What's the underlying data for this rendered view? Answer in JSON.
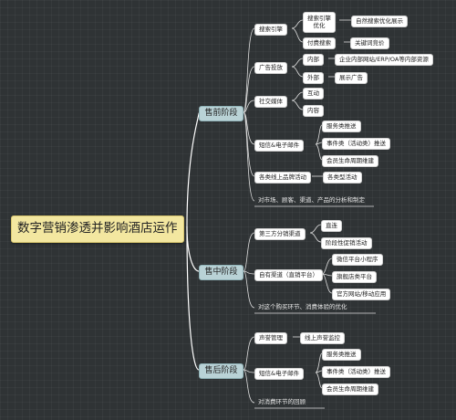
{
  "root": "数字营销渗透并影响酒店运作",
  "stages": {
    "pre": "售前阶段",
    "mid": "售中阶段",
    "post": "售后阶段"
  },
  "pre": {
    "search": {
      "label": "搜索引擎",
      "seo_label": "搜索引擎\n优化",
      "seo_detail": "自然搜索优化展示",
      "paid": "付费搜索",
      "paid_detail": "关键词竞价"
    },
    "ads": {
      "label": "广告投放",
      "internal": "内部",
      "internal_detail": "企业内部网站/ERP/OA等内部资源",
      "external": "外部",
      "external_detail": "展示广告"
    },
    "social": {
      "label": "社交媒体",
      "interact": "互动",
      "content": "内容"
    },
    "sms": {
      "label": "短信&电子邮件",
      "service": "服务类推送",
      "event": "事件类（活动类）推送",
      "lifecycle": "会员生命周期维建"
    },
    "offline": {
      "label": "各类线上品牌活动",
      "detail": "各类型活动"
    },
    "analysis": "对市场、顾客、渠道、产品的分析和制定"
  },
  "mid": {
    "third_party": {
      "label": "第三方分销渠道",
      "direct": "直连",
      "stage_promo": "阶段性促销活动"
    },
    "own": {
      "label": "自有渠道（直销平台）",
      "wechat": "微信平台小程序",
      "flagship": "旗舰店类平台",
      "official": "官方网站/移动应用"
    },
    "optimize": "对这个购买环节、消费体验的优化"
  },
  "post": {
    "reputation": {
      "label": "声誉管理",
      "monitor": "线上声誉监控"
    },
    "sms": {
      "label": "短信&电子邮件",
      "service": "服务类推送",
      "event": "事件类（活动类）推送",
      "lifecycle": "会员生命周期维建"
    },
    "review": "对消费环节的回顾"
  }
}
